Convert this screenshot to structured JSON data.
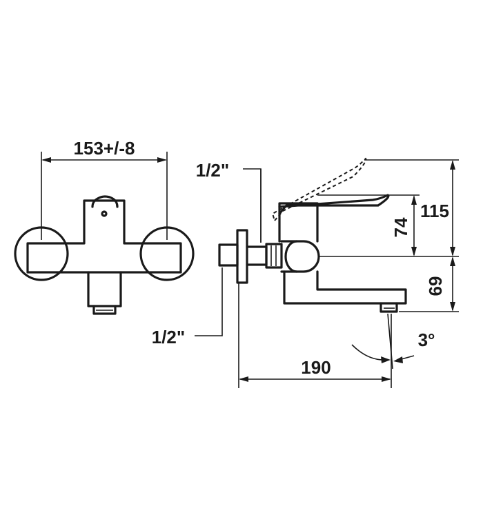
{
  "dimensions": {
    "front_width": "153+/-8",
    "inlet_top": "1/2\"",
    "inlet_bottom": "1/2\"",
    "height_total": "115",
    "height_lever": "74",
    "height_spout": "69",
    "projection": "190",
    "spout_angle": "3°"
  }
}
